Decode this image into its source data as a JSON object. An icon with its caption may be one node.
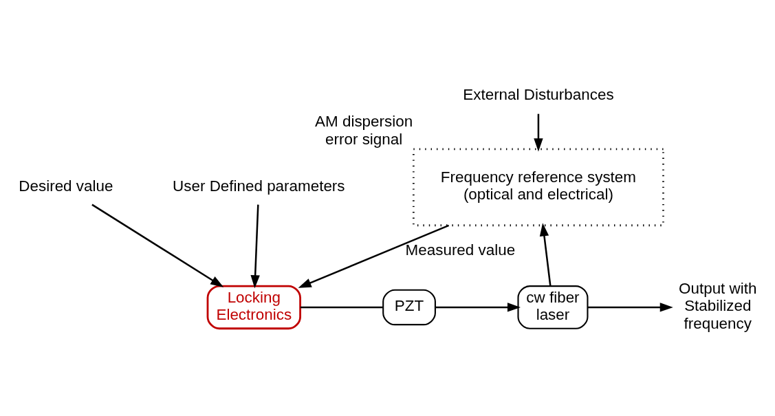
{
  "diagram": {
    "nodes": [
      {
        "text": [
          "Frequency reference system (optical and electrical)"
        ],
        "beside": [
          "AM dispersion error signal"
        ]
      },
      {
        "text": [
          "Locking Electronics"
        ]
      },
      {
        "text": [
          "PZT"
        ]
      },
      {
        "text": [
          "cw fiber laser"
        ]
      },
      {
        "text": [
          "External Disturbances"
        ]
      },
      {
        "text": [
          "Desired value"
        ]
      },
      {
        "text": [
          "User Defined parameters"
        ]
      },
      {
        "text": [
          "Output with Stabilized frequency"
        ]
      }
    ],
    "edges": [
      {
        "from": 4,
        "to": 0,
        "arrow": "to"
      },
      {
        "from": 0,
        "to": 1,
        "arrow": "to",
        "label": "Measured value"
      },
      {
        "from": 5,
        "to": 1,
        "arrow": "to"
      },
      {
        "from": 6,
        "to": 1,
        "arrow": "to"
      },
      {
        "from": 1,
        "to": 2,
        "arrow": "none"
      },
      {
        "from": 2,
        "to": 3,
        "arrow": "to"
      },
      {
        "from": 3,
        "to": 7,
        "arrow": "to"
      },
      {
        "from": 3,
        "to": 0,
        "arrow": "to"
      }
    ]
  }
}
